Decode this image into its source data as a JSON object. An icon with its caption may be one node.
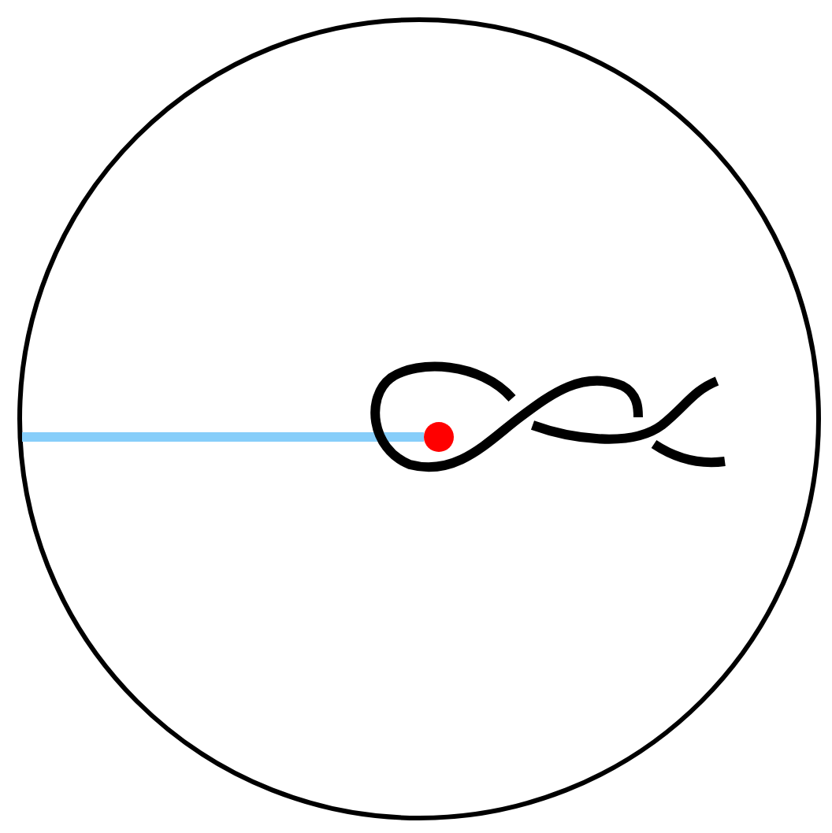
{
  "diagram": {
    "nodes": [
      {
        "text": [],
        "shape": "circle"
      },
      {
        "text": [],
        "shape": "circle",
        "in": 0
      }
    ],
    "edges": [
      {
        "from": 0,
        "to": 1,
        "arrow": "none",
        "color": "#87cefa"
      }
    ]
  }
}
